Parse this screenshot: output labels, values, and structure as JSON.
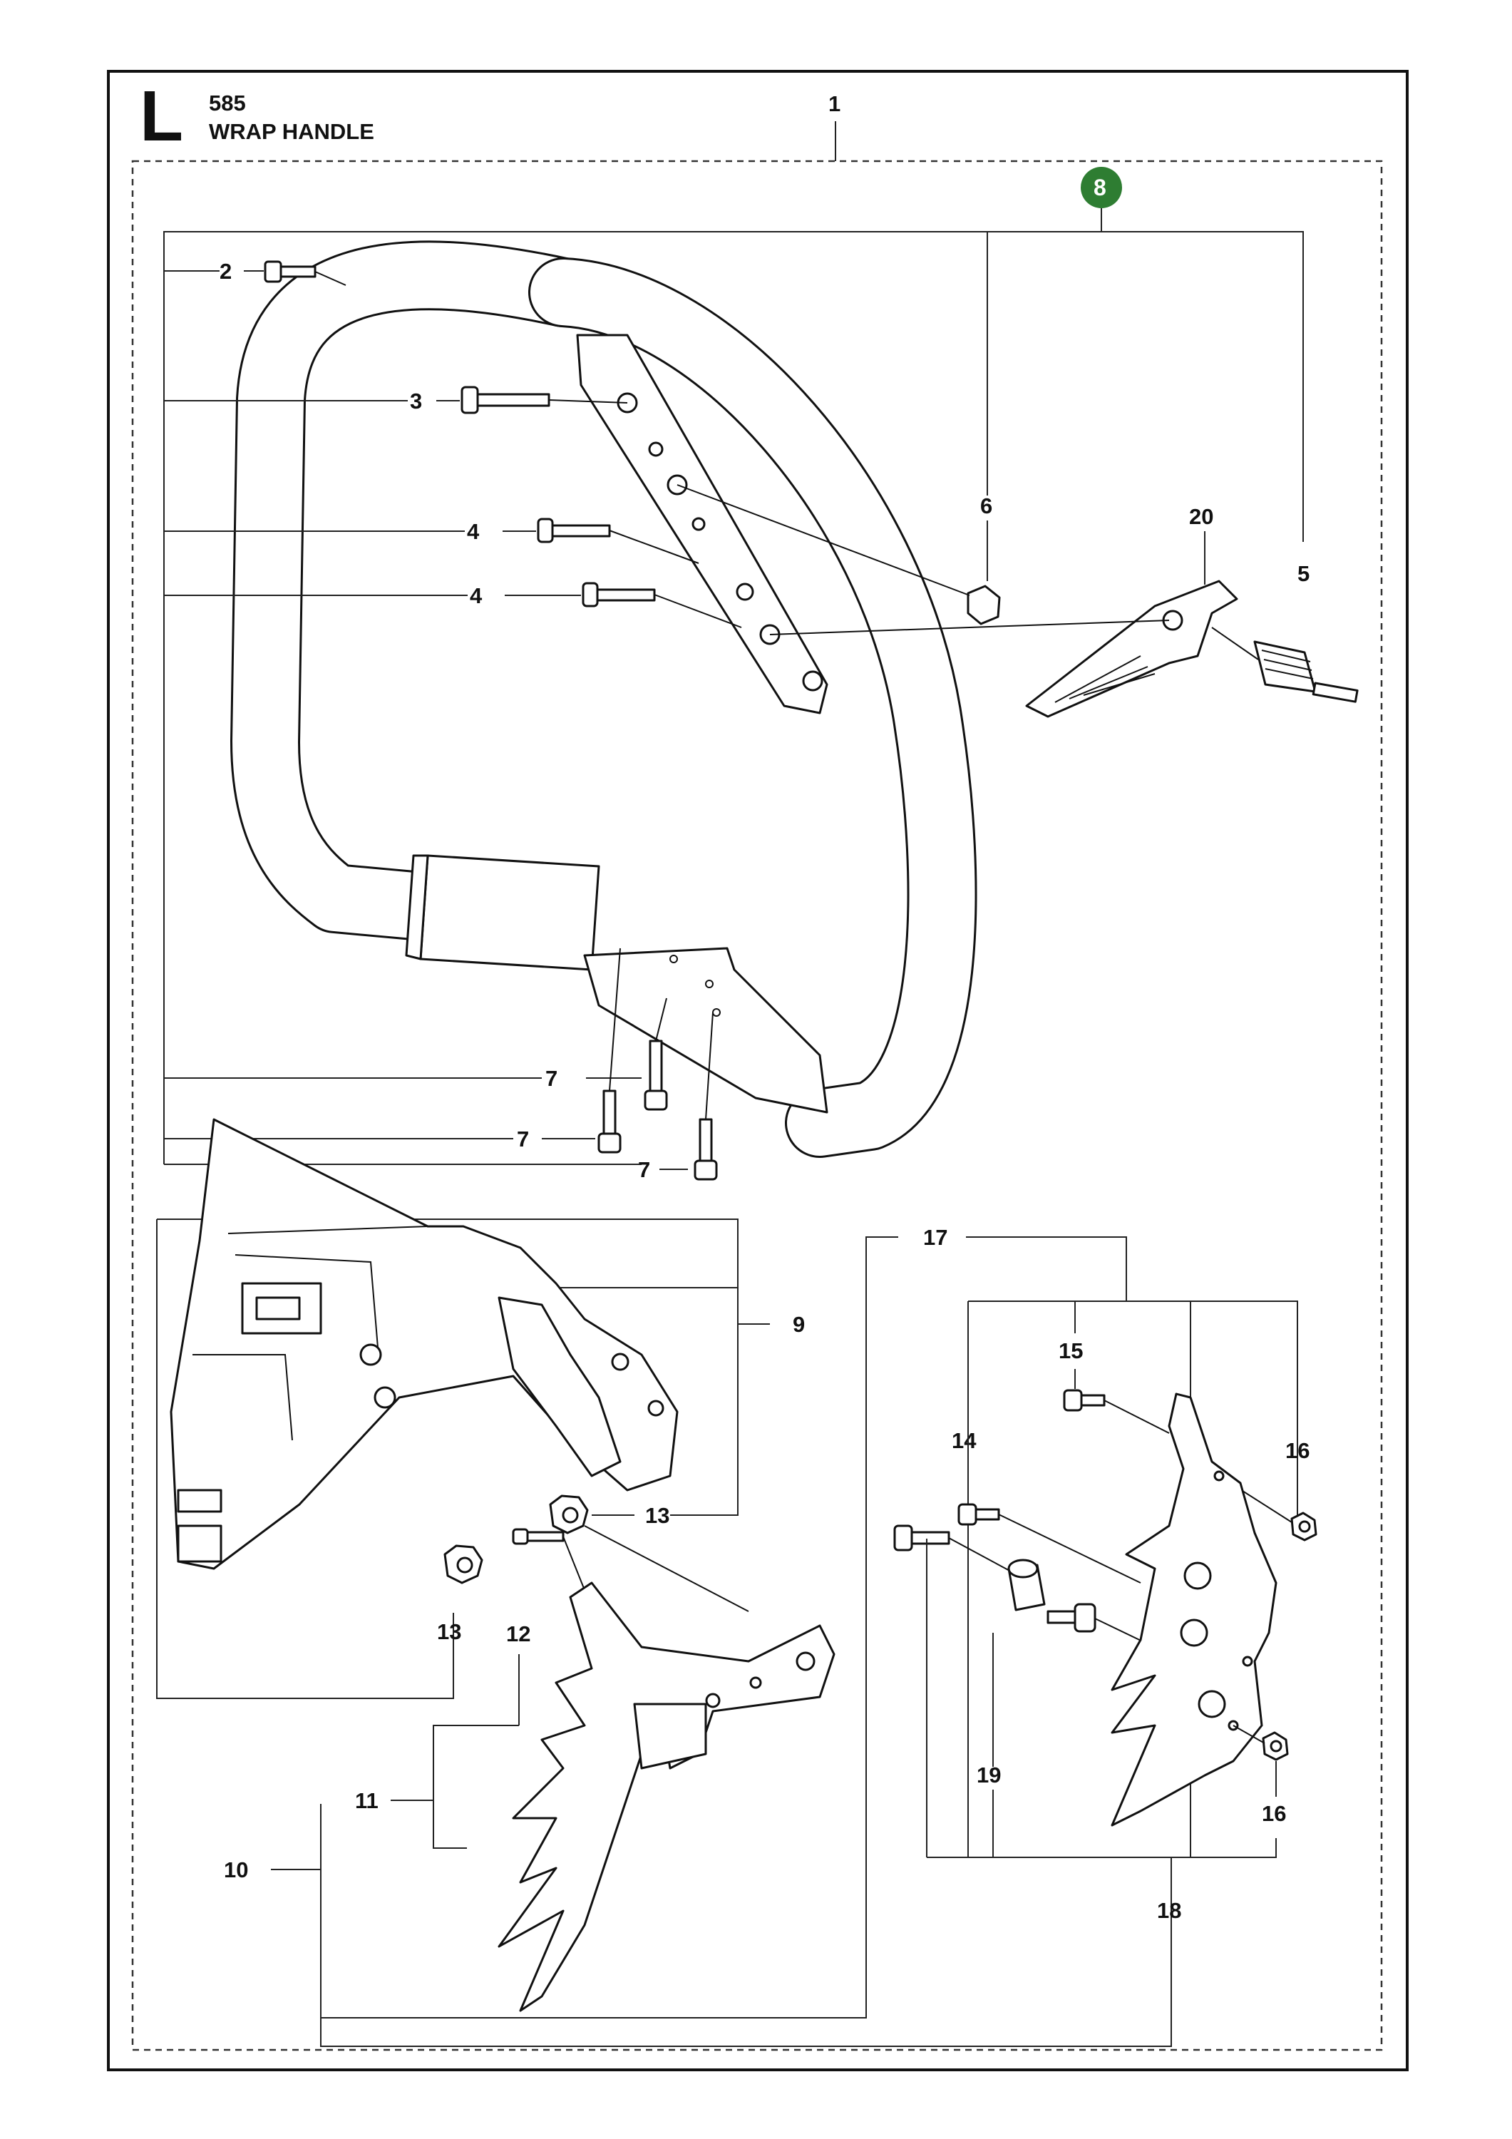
{
  "header": {
    "section_letter": "L",
    "model": "585",
    "title": "WRAP HANDLE"
  },
  "callouts": {
    "c1": "1",
    "c2": "2",
    "c3": "3",
    "c4a": "4",
    "c4b": "4",
    "c5": "5",
    "c6": "6",
    "c7a": "7",
    "c7b": "7",
    "c7c": "7",
    "c8": "8",
    "c9": "9",
    "c10": "10",
    "c11": "11",
    "c12": "12",
    "c13a": "13",
    "c13b": "13",
    "c14": "14",
    "c15": "15",
    "c16a": "16",
    "c16b": "16",
    "c17": "17",
    "c18": "18",
    "c19": "19",
    "c20": "20"
  },
  "colors": {
    "badge": "#2e7d32",
    "ink": "#111111",
    "part_fill": "#ffffff"
  }
}
